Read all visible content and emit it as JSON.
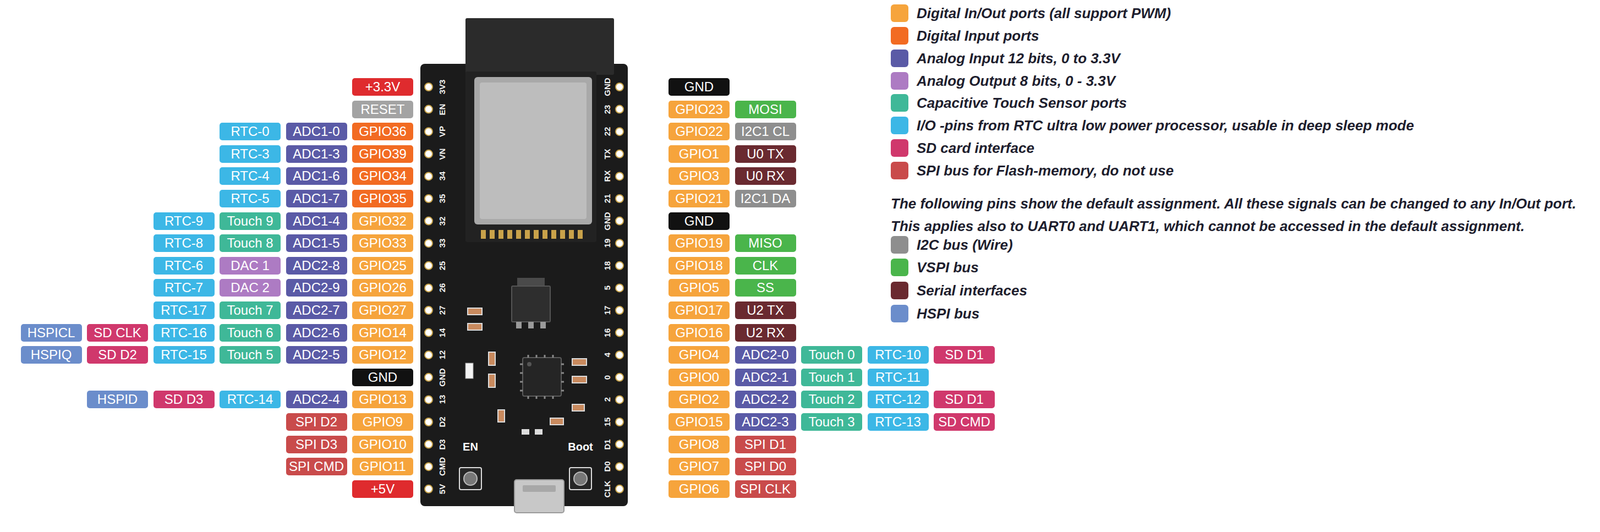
{
  "diagram": {
    "labels": [
      "+3.3V",
      "3V3",
      "GND",
      "GND",
      "RESET",
      "EN",
      "23",
      "GPIO23",
      "MOSI",
      "RTC-0",
      "ADC1-0",
      "GPIO36",
      "VP",
      "22",
      "GPIO22",
      "I2C1 CL",
      "RTC-3",
      "ADC1-3",
      "GPIO39",
      "VN",
      "TX",
      "GPIO1",
      "U0 TX",
      "RTC-4",
      "ADC1-6",
      "GPIO34",
      "34",
      "RX",
      "GPIO3",
      "U0 RX",
      "RTC-5",
      "ADC1-7",
      "GPIO35",
      "35",
      "21",
      "GPIO21",
      "I2C1 DA",
      "RTC-9",
      "Touch 9",
      "ADC1-4",
      "GPIO32",
      "32",
      "GND",
      "GND",
      "RTC-8",
      "Touch 8",
      "ADC1-5",
      "GPIO33",
      "33",
      "19",
      "GPIO19",
      "MISO",
      "RTC-6",
      "DAC 1",
      "ADC2-8",
      "GPIO25",
      "25",
      "18",
      "GPIO18",
      "CLK",
      "RTC-7",
      "DAC 2",
      "ADC2-9",
      "GPIO26",
      "26",
      "5",
      "GPIO5",
      "SS",
      "RTC-17",
      "Touch 7",
      "ADC2-7",
      "GPIO27",
      "27",
      "17",
      "GPIO17",
      "U2 TX",
      "HSPICL",
      "SD CLK",
      "RTC-16",
      "Touch 6",
      "ADC2-6",
      "GPIO14",
      "14",
      "16",
      "GPIO16",
      "U2 RX",
      "HSPIQ",
      "SD D2",
      "RTC-15",
      "Touch 5",
      "ADC2-5",
      "GPIO12",
      "12",
      "4",
      "GPIO4",
      "ADC2-0",
      "Touch 0",
      "RTC-10",
      "SD D1",
      "GND",
      "GND",
      "0",
      "GPIO0",
      "ADC2-1",
      "Touch 1",
      "RTC-11",
      "HSPID",
      "SD D3",
      "RTC-14",
      "ADC2-4",
      "GPIO13",
      "13",
      "2",
      "GPIO2",
      "ADC2-2",
      "Touch 2",
      "RTC-12",
      "SD D1",
      "SPI D2",
      "GPIO9",
      "D2",
      "15",
      "GPIO15",
      "ADC2-3",
      "Touch 3",
      "RTC-13",
      "SD CMD",
      "SPI D3",
      "GPIO10",
      "D3",
      "D1",
      "GPIO8",
      "SPI D1",
      "SPI CMD",
      "GPIO11",
      "CMD",
      "D0",
      "GPIO7",
      "SPI D0",
      "+5V",
      "5V",
      "CLK",
      "GPIO6",
      "SPI CLK",
      "EN",
      "Boot",
      "The following pins show the default assignment. All these signals can be changed to any In/Out port. This applies also to UART0 and UART1, which cannot be accessed in the default assignment."
    ],
    "legend": [
      {
        "text": "Digital In/Out ports (all support PWM)",
        "color": "#f6a43c"
      },
      {
        "text": "Digital Input ports",
        "color": "#f26b22"
      },
      {
        "text": "Analog Input 12 bits, 0 to 3.3V",
        "color": "#5a5aa6"
      },
      {
        "text": "Analog Output 8 bits, 0 - 3.3V",
        "color": "#ad7bc3"
      },
      {
        "text": "Capacitive Touch Sensor ports",
        "color": "#3fb898"
      },
      {
        "text": "I/O -pins from RTC ultra low power processor, usable in deep sleep mode",
        "color": "#3cb7e6"
      },
      {
        "text": "SD card interface",
        "color": "#d0386c"
      },
      {
        "text": "SPI bus for Flash-memory, do not use",
        "color": "#c94b4b"
      },
      {
        "text": "I2C bus (Wire)",
        "color": "#8e8e8e"
      },
      {
        "text": "VSPI bus",
        "color": "#4ab54b"
      },
      {
        "text": "Serial interfaces",
        "color": "#6a2a30"
      },
      {
        "text": "HSPI bus",
        "color": "#6b8dcb"
      }
    ]
  }
}
